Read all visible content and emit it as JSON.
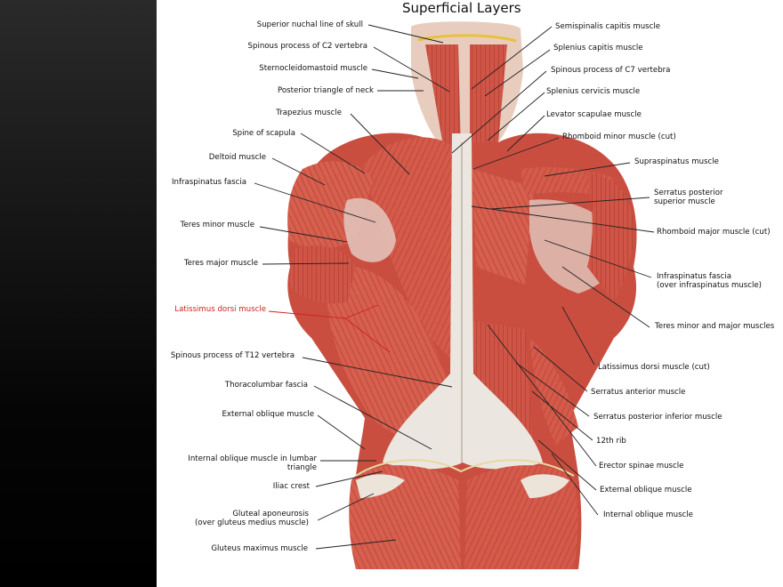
{
  "title": "Superficial Layers",
  "colors": {
    "muscle": "#d4594a",
    "muscle_dark": "#a8382e",
    "fascia": "#e9e4de",
    "label": "#111111",
    "highlight": "#d22020"
  },
  "labels_left": [
    "Superior nuchal line of skull",
    "Spinous process of C2 vertebra",
    "Sternocleidomastoid muscle",
    "Posterior triangle of neck",
    "Trapezius muscle",
    "Spine of scapula",
    "Deltoid muscle",
    "Infraspinatus fascia",
    "Teres minor muscle",
    "Teres major muscle",
    "Latissimus dorsi muscle",
    "Spinous process of T12 vertebra",
    "Thoracolumbar fascia",
    "External oblique muscle",
    "Internal oblique muscle in lumbar\ntriangle",
    "Iliac crest",
    "Gluteal aponeurosis\n(over gluteus medius muscle)",
    "Gluteus maximus muscle"
  ],
  "labels_right": [
    "Semispinalis capitis muscle",
    "Splenius capitis muscle",
    "Spinous process of C7 vertebra",
    "Splenius cervicis muscle",
    "Levator scapulae muscle",
    "Rhomboid minor muscle (cut)",
    "Supraspinatus muscle",
    "Serratus posterior\nsuperior muscle",
    "Rhomboid major muscle (cut)",
    "Infraspinatus fascia\n(over infraspinatus muscle)",
    "Teres minor and major muscles",
    "Latissimus dorsi muscle (cut)",
    "Serratus anterior muscle",
    "Serratus posterior inferior muscle",
    "12th rib",
    "Erector spinae muscle",
    "External oblique muscle",
    "Internal oblique muscle"
  ]
}
